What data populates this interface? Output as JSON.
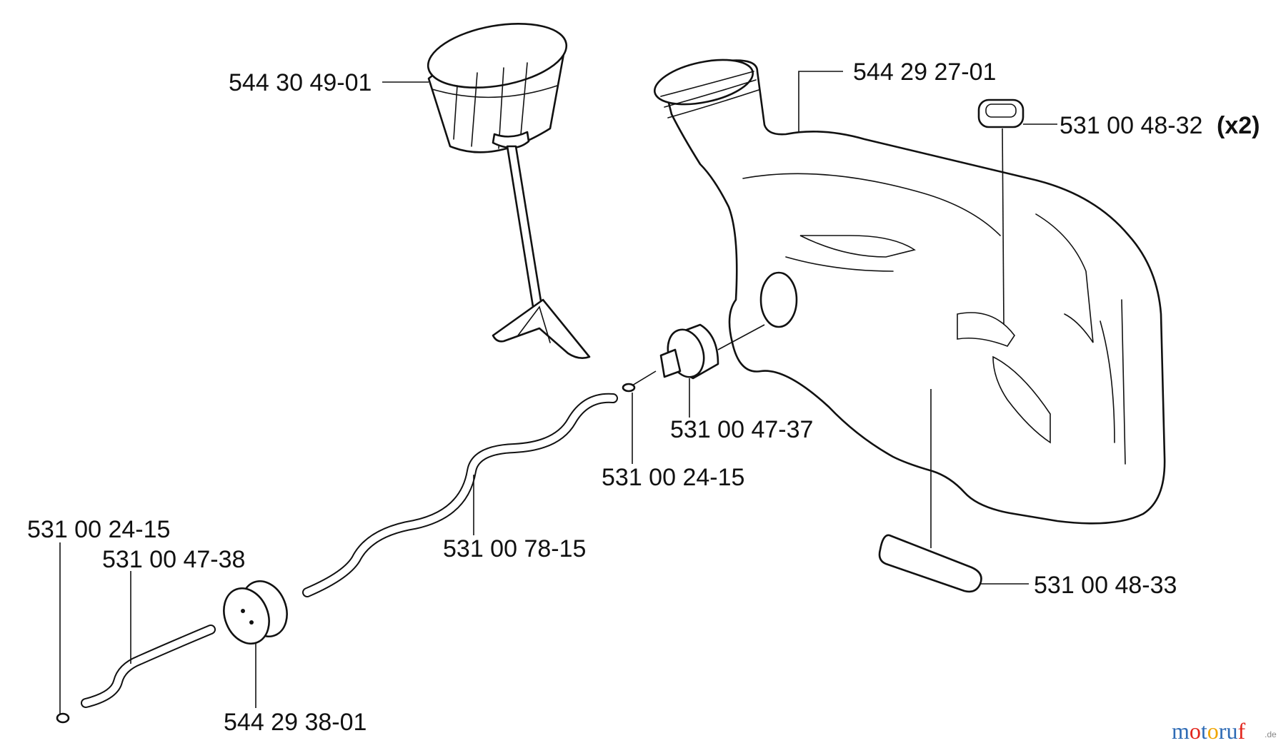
{
  "parts": {
    "oil_cap": "544 30 49-01",
    "oil_tank": "544 29 27-01",
    "top_pad": "531 00 48-32",
    "top_pad_qty": "(x2)",
    "strainer": "531 00 47-37",
    "clamp_upper": "531 00 24-15",
    "clamp_lower": "531 00 24-15",
    "hose_lower": "531 00 47-38",
    "oil_hose": "531 00 78-15",
    "bottom_pad": "531 00 48-33",
    "grommet": "544 29 38-01"
  },
  "watermark": {
    "text_main": "motoruf",
    "text_suffix": ".de",
    "colors": [
      "#2e6bb5",
      "#e2231a",
      "#2e6bb5",
      "#f0a500",
      "#2e6bb5",
      "#2e6bb5",
      "#e2231a"
    ]
  }
}
